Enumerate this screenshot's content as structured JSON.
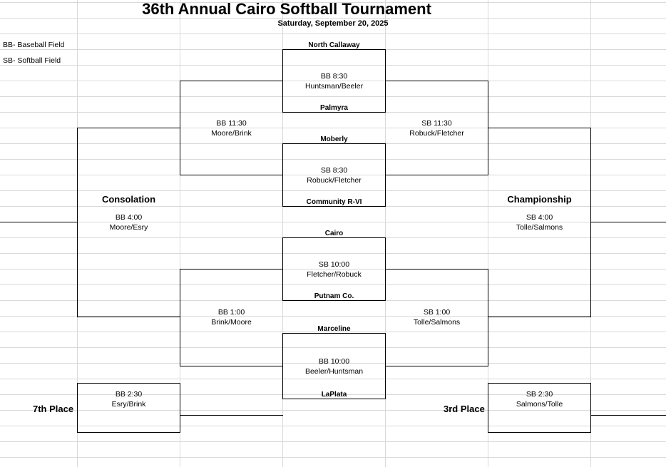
{
  "title": "36th Annual Cairo Softball Tournament",
  "date": "Saturday, September 20, 2025",
  "legend": {
    "baseball": "BB- Baseball Field",
    "softball": "SB- Softball Field"
  },
  "teams": {
    "t1": "North Callaway",
    "t2": "Palmyra",
    "t3": "Moberly",
    "t4": "Community R-VI",
    "t5": "Cairo",
    "t6": "Putnam Co.",
    "t7": "Marceline",
    "t8": "LaPlata"
  },
  "games": {
    "r1a": {
      "time": "BB 8:30",
      "umps": "Huntsman/Beeler"
    },
    "r1b": {
      "time": "SB 8:30",
      "umps": "Robuck/Fletcher"
    },
    "r1c": {
      "time": "SB 10:00",
      "umps": "Fletcher/Robuck"
    },
    "r1d": {
      "time": "BB 10:00",
      "umps": "Beeler/Huntsman"
    },
    "cons_top": {
      "time": "BB 11:30",
      "umps": "Moore/Brink"
    },
    "cons_bot": {
      "time": "BB 1:00",
      "umps": "Brink/Moore"
    },
    "win_top": {
      "time": "SB 11:30",
      "umps": "Robuck/Fletcher"
    },
    "win_bot": {
      "time": "SB 1:00",
      "umps": "Tolle/Salmons"
    },
    "consolation": {
      "label": "Consolation",
      "time": "BB 4:00",
      "umps": "Moore/Esry"
    },
    "championship": {
      "label": "Championship",
      "time": "SB 4:00",
      "umps": "Tolle/Salmons"
    },
    "seventh": {
      "label": "7th Place",
      "time": "BB 2:30",
      "umps": "Esry/Brink"
    },
    "third": {
      "label": "3rd Place",
      "time": "SB 2:30",
      "umps": "Salmons/Tolle"
    }
  }
}
